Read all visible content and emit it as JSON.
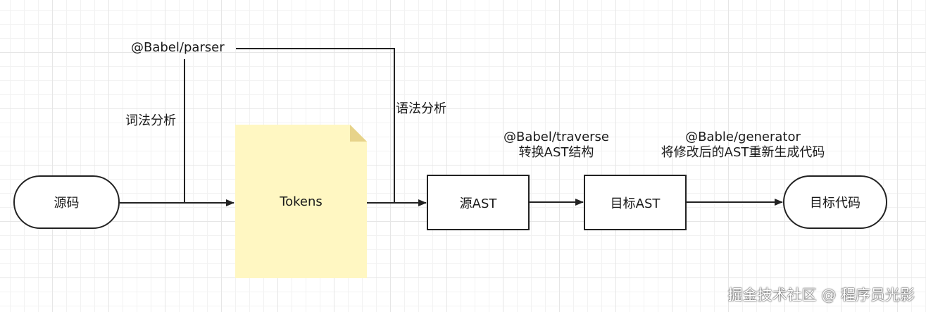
{
  "nodes": {
    "source_code": "源码",
    "tokens": "Tokens",
    "source_ast": "源AST",
    "target_ast": "目标AST",
    "target_code": "目标代码"
  },
  "labels": {
    "parser": "@Babel/parser",
    "lexical_analysis": "词法分析",
    "syntax_analysis": "语法分析",
    "traverse": "@Babel/traverse",
    "transform_ast": "转换AST结构",
    "generator": "@Bable/generator",
    "generate_code": "将修改后的AST重新生成代码"
  },
  "watermark": "掘金技术社区 @ 程序员光影",
  "colors": {
    "note_fill": "#fff7c2",
    "stroke": "#222222"
  }
}
